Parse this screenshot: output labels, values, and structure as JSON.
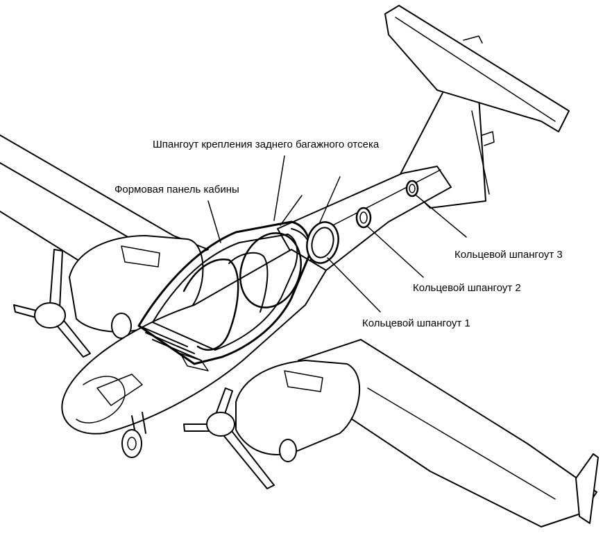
{
  "labels": {
    "rear_baggage_frame": "Шпангоут крепления заднего багажного отсека",
    "cabin_panel": "Формовая панель кабины",
    "ring_frame_1": "Кольцевой шпангоут 1",
    "ring_frame_2": "Кольцевой шпангоут 2",
    "ring_frame_3": "Кольцевой шпангоут 3"
  },
  "colors": {
    "line": "#000000",
    "background": "#ffffff"
  }
}
